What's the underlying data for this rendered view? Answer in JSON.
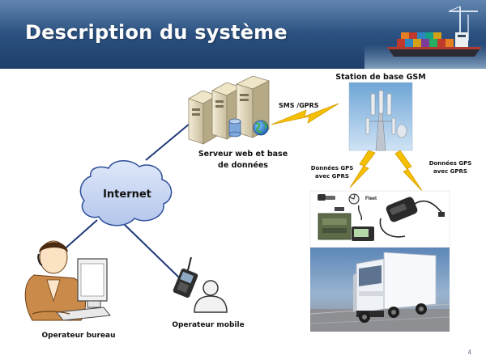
{
  "slide": {
    "title": "Description du système",
    "page_number": "4"
  },
  "labels": {
    "internet": "Internet",
    "server_line1": "Serveur web et base",
    "server_line2": "de données",
    "gsm_station": "Station de base GSM",
    "sms_gprs": "SMS /GPRS",
    "gps_left_line1": "Données GPS",
    "gps_left_line2": "avec GPRS",
    "gps_right_line1": "Données GPS",
    "gps_right_line2": "avec GPRS",
    "operator_office": "Operateur bureau",
    "operator_mobile": "Operateur mobile",
    "device_text": "Fleet"
  },
  "colors": {
    "header": "#2a4f7e",
    "network_link": "#1f3a7a",
    "lightning": "#f5c000",
    "cloud_fill": "#c8d6f2",
    "cloud_stroke": "#2d4f9a"
  },
  "icons": [
    "ship-icon",
    "cloud-icon",
    "server-icon",
    "database-icon",
    "globe-icon",
    "antenna-icon",
    "gps-device-icon",
    "truck-icon",
    "phone-icon",
    "user-icon",
    "office-worker-icon",
    "lightning-icon"
  ]
}
